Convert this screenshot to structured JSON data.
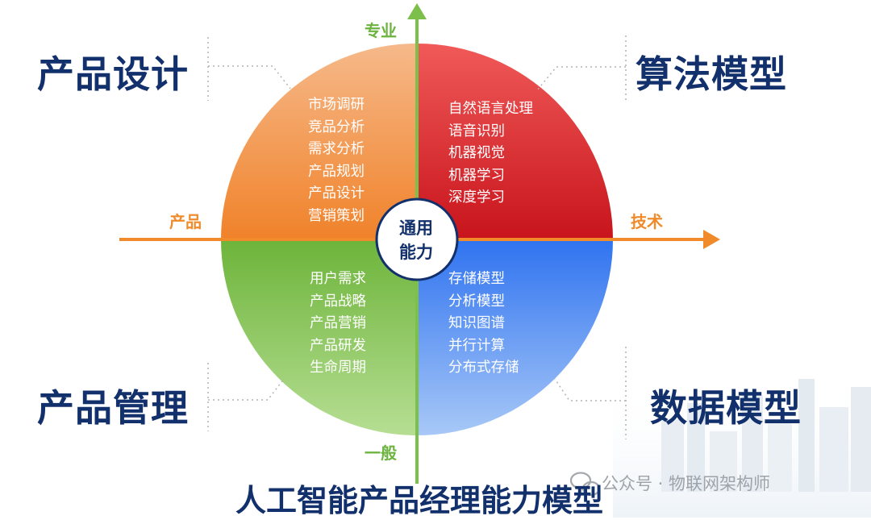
{
  "diagram": {
    "axes": {
      "top": "专业",
      "bottom": "一般",
      "left": "产品",
      "right": "技术"
    },
    "center": [
      "通用",
      "能力"
    ],
    "quadrants": {
      "top_left": {
        "title": "产品设计",
        "color": "#f28a2a",
        "items": [
          "市场调研",
          "竞品分析",
          "需求分析",
          "产品规划",
          "产品设计",
          "营销策划"
        ]
      },
      "top_right": {
        "title": "算法模型",
        "color": "#e0262a",
        "items": [
          "自然语言处理",
          "语音识别",
          "机器视觉",
          "机器学习",
          "深度学习"
        ]
      },
      "bottom_left": {
        "title": "产品管理",
        "color": "#7cc242",
        "items": [
          "用户需求",
          "产品战略",
          "产品营销",
          "产品研发",
          "生命周期"
        ]
      },
      "bottom_right": {
        "title": "数据模型",
        "color": "#3b7df0",
        "items": [
          "存储模型",
          "分析模型",
          "知识图谱",
          "并行计算",
          "分布式存储"
        ]
      }
    },
    "main_title": "人工智能产品经理能力模型",
    "watermark": "公众号 · 物联网架构师",
    "colors": {
      "title_text": "#12306b",
      "axis_arrow_vertical": "#7cbf4a",
      "axis_arrow_horizontal": "#f08a2a",
      "label_green": "#6cb33f",
      "label_orange": "#f08a2a"
    }
  }
}
